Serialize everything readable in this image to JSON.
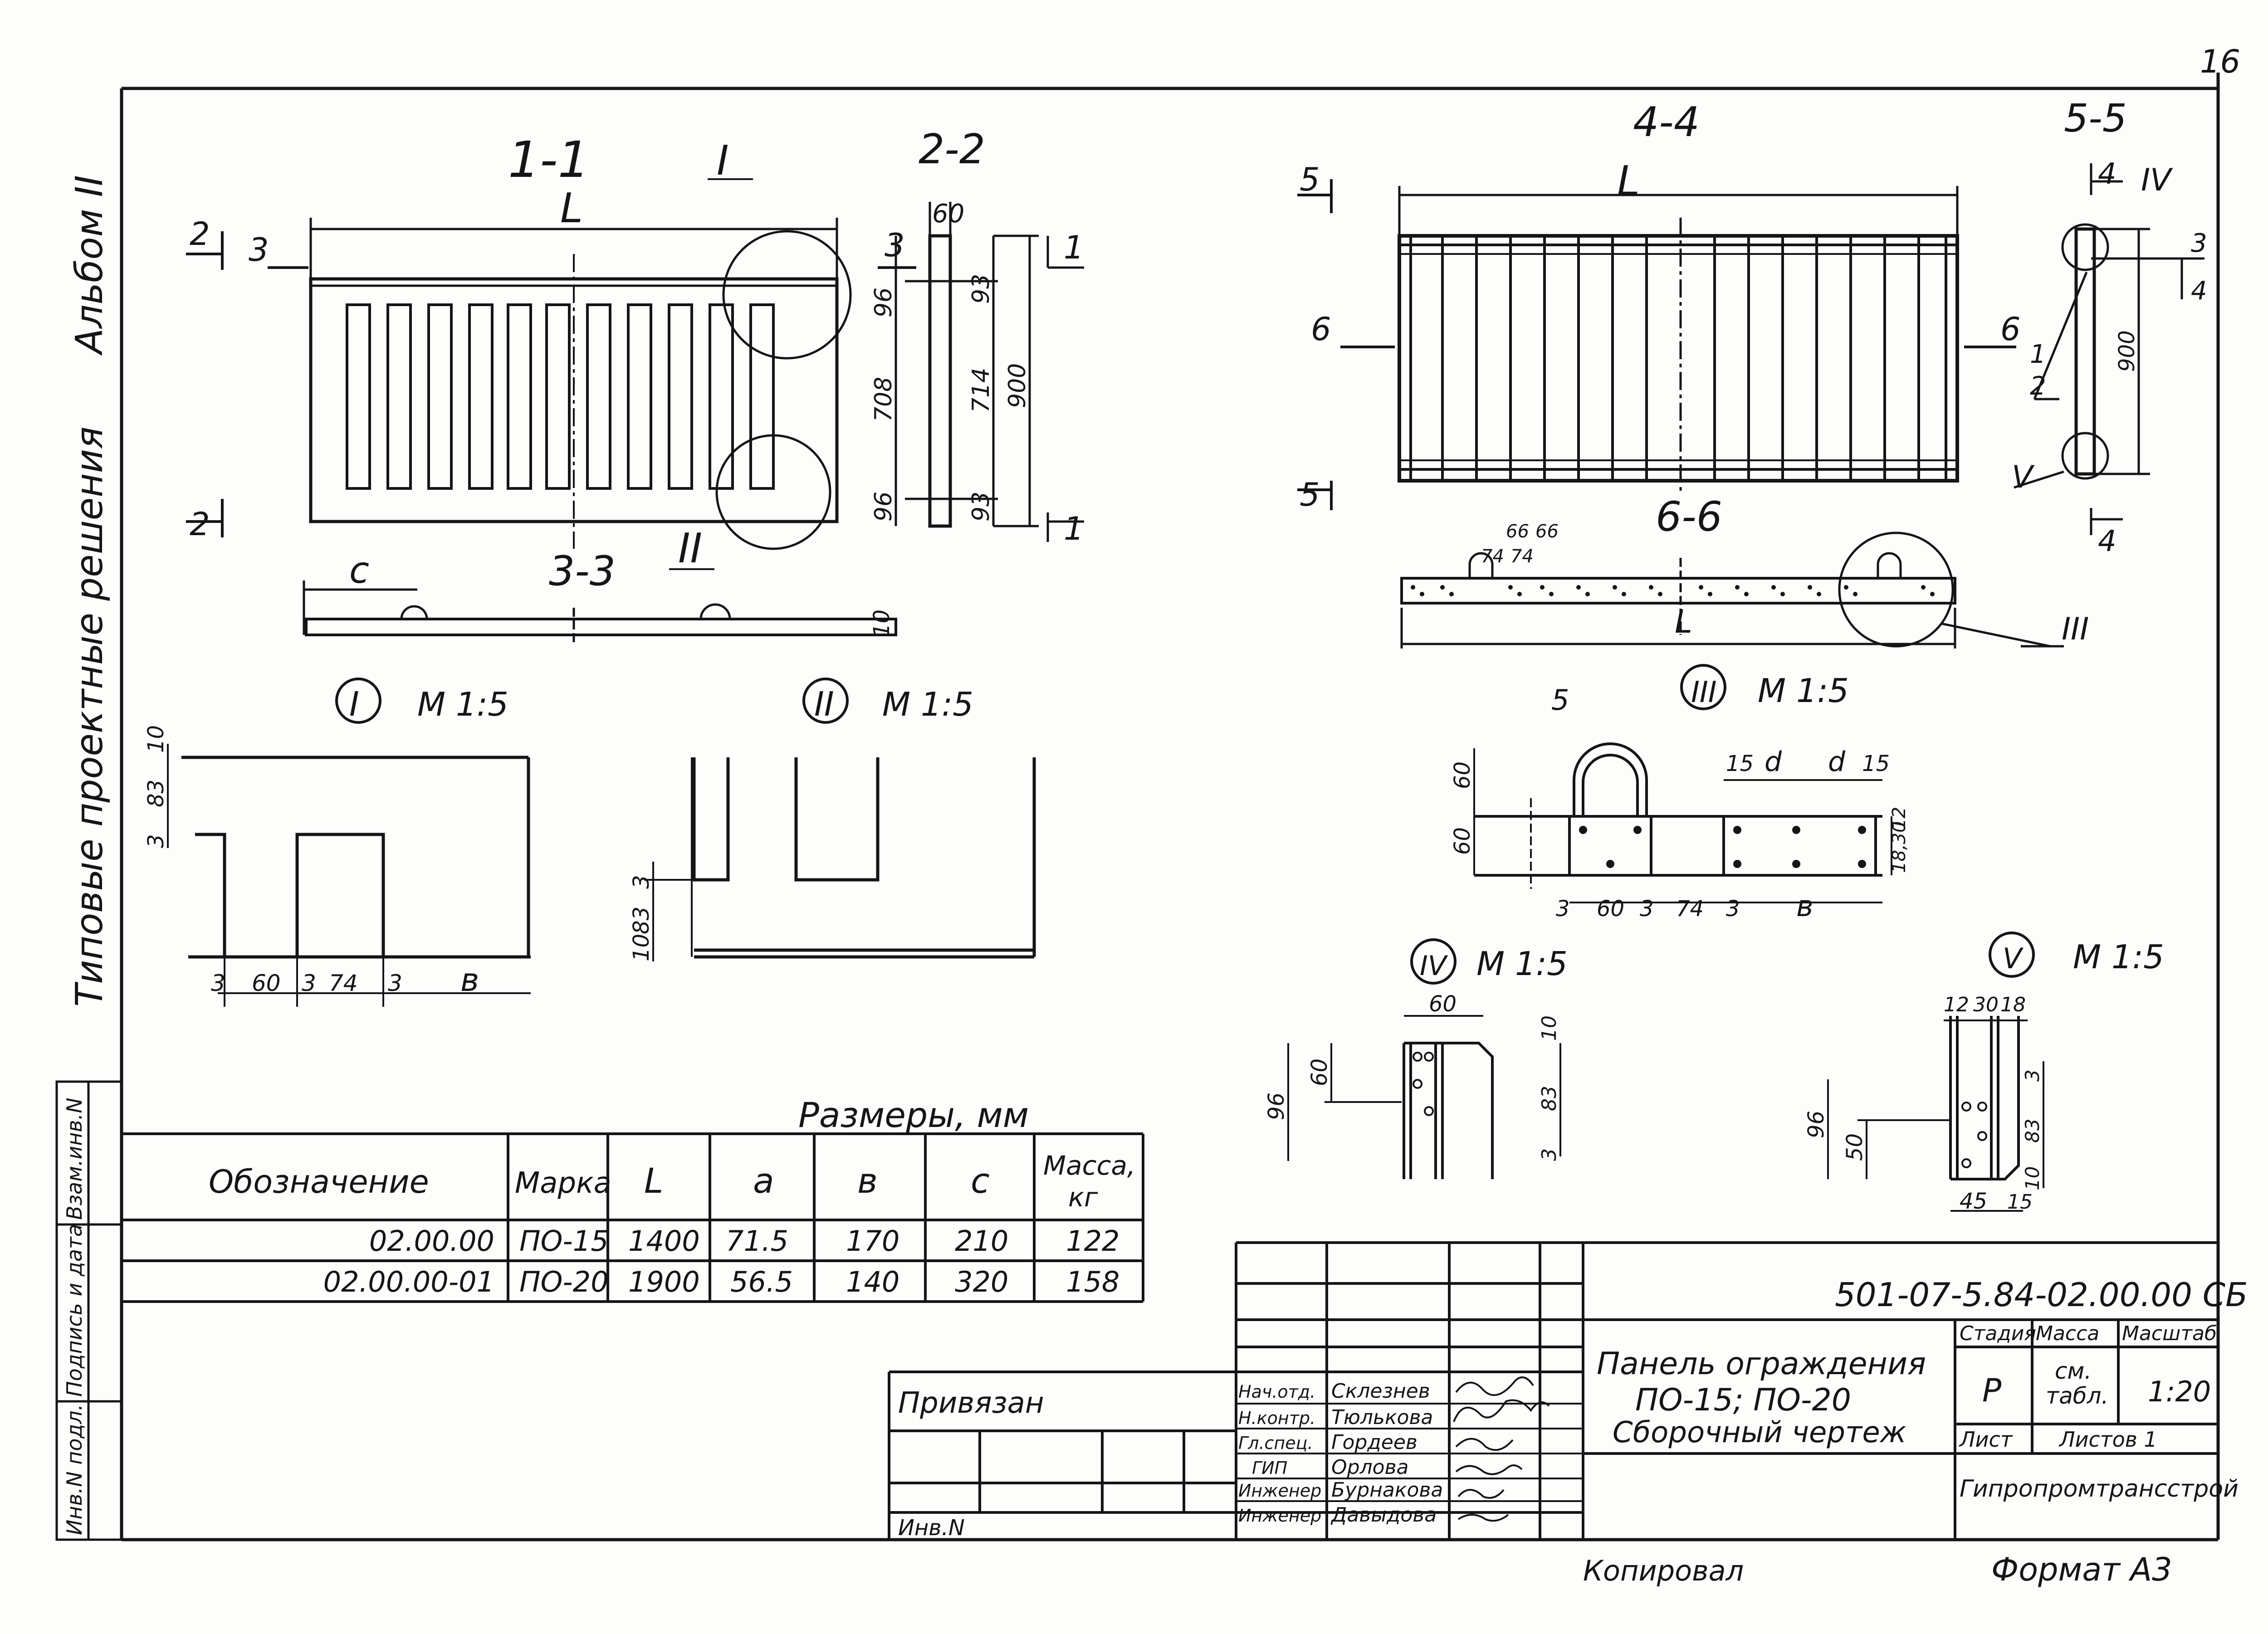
{
  "sheet": {
    "page_number": "16"
  },
  "sidebar": {
    "album": "Альбом II",
    "series": "Типовые проектные решения"
  },
  "margin_stamp": [
    "Взам.инв.N",
    "Подпись и дата",
    "Инв.N подл."
  ],
  "views": {
    "v1_1": "1-1",
    "v2_2": "2-2",
    "v3_3": "3-3",
    "v4_4": "4-4",
    "v5_5": "5-5",
    "v6_6": "6-6",
    "thk": "10",
    "dims_2_2": {
      "w": "60",
      "a": "96",
      "b": "708",
      "c": "93",
      "d": "714",
      "h": "900"
    }
  },
  "dims": {
    "L": "L",
    "c": "c",
    "b": "в"
  },
  "cuts": {
    "c1": "1",
    "c2": "2",
    "c3": "3",
    "c4": "4",
    "c5": "5",
    "c6": "6"
  },
  "callouts": {
    "c1": "I",
    "c2": "II",
    "c3": "III",
    "c4": "IV",
    "c5": "V"
  },
  "positions": {
    "p1": "1",
    "p2": "2",
    "p3": "3",
    "p4": "4",
    "p5": "5"
  },
  "details": {
    "scale": "М 1:5",
    "d1": {
      "a": "10",
      "b": "83",
      "c": "3",
      "w60": "60",
      "w74": "74"
    },
    "d3": {
      "w15": "15",
      "d": "d",
      "w66": "66",
      "h12": "12",
      "h1830": "18,30"
    },
    "d5": {
      "w12": "12",
      "w30": "30",
      "w18": "18",
      "h50": "50",
      "w45": "45"
    }
  },
  "table": {
    "caption": "Размеры, мм",
    "headers": [
      "Обозначение",
      "Марка",
      "L",
      "a",
      "в",
      "c",
      "Масса,",
      "кг"
    ],
    "rows": [
      [
        "02.00.00",
        "ПО-15",
        "1400",
        "71.5",
        "170",
        "210",
        "122"
      ],
      [
        "02.00.00-01",
        "ПО-20",
        "1900",
        "56.5",
        "140",
        "320",
        "158"
      ]
    ]
  },
  "title_block": {
    "code": "501-07-5.84-02.00.00 СБ",
    "title_1": "Панель ограждения",
    "title_2": "ПО-15; ПО-20",
    "title_3": "Сборочный чертеж",
    "stage_label": "Стадия",
    "mass_label": "Масса",
    "scale_label": "Масштаб",
    "stage": "Р",
    "mass_1": "см.",
    "mass_2": "табл.",
    "scale": "1:20",
    "sheet_label": "Лист",
    "sheets_label": "Листов 1",
    "organization": "Гипропромтрансстрой",
    "linked": "Привязан",
    "inv_no": "Инв.N",
    "staff": [
      {
        "role": "Нач.отд.",
        "name": "Склезнев"
      },
      {
        "role": "Н.контр.",
        "name": "Тюлькова"
      },
      {
        "role": "Гл.спец.",
        "name": "Гордеев"
      },
      {
        "role": "ГИП",
        "name": "Орлова"
      },
      {
        "role": "Инженер",
        "name": "Бурнакова"
      },
      {
        "role": "Инженер",
        "name": "Давыдова"
      }
    ]
  },
  "footer": {
    "copied": "Копировал",
    "format": "Формат А3"
  }
}
